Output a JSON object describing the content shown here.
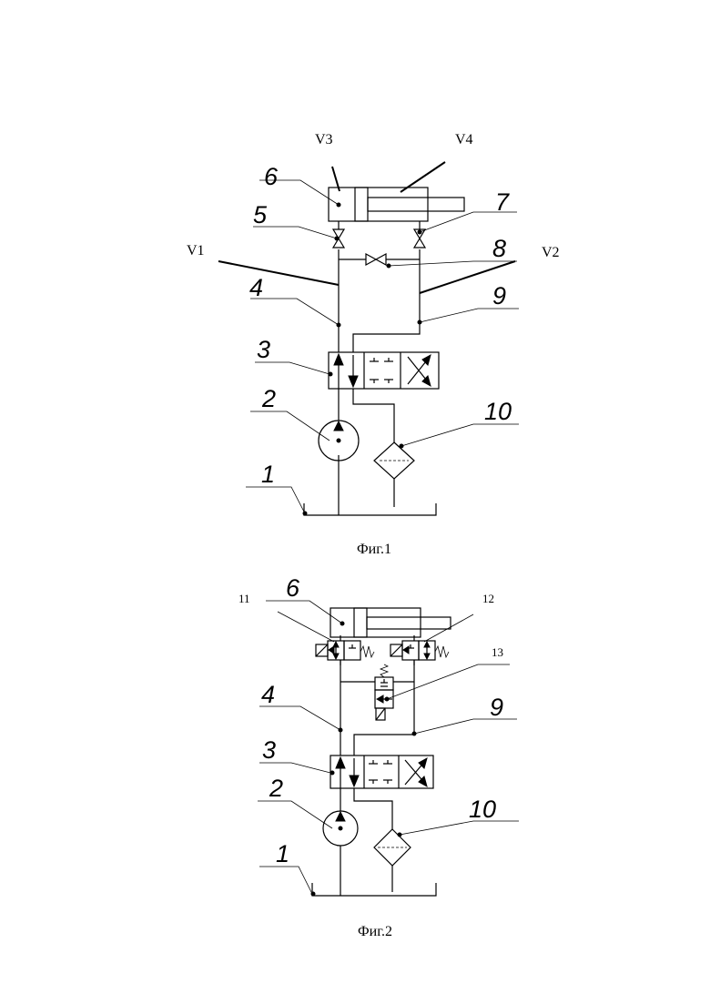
{
  "figure1": {
    "caption": "Фиг.1",
    "labels": {
      "n1": "1",
      "n2": "2",
      "n3": "3",
      "n4": "4",
      "n5": "5",
      "n6": "6",
      "n7": "7",
      "n8": "8",
      "n9": "9",
      "n10": "10",
      "v1": "V1",
      "v2": "V2",
      "v3": "V3",
      "v4": "V4"
    }
  },
  "figure2": {
    "caption": "Фиг.2",
    "labels": {
      "n1": "1",
      "n2": "2",
      "n3": "3",
      "n4": "4",
      "n6": "6",
      "n9": "9",
      "n10": "10",
      "n11": "11",
      "n12": "12",
      "n13": "13"
    }
  }
}
